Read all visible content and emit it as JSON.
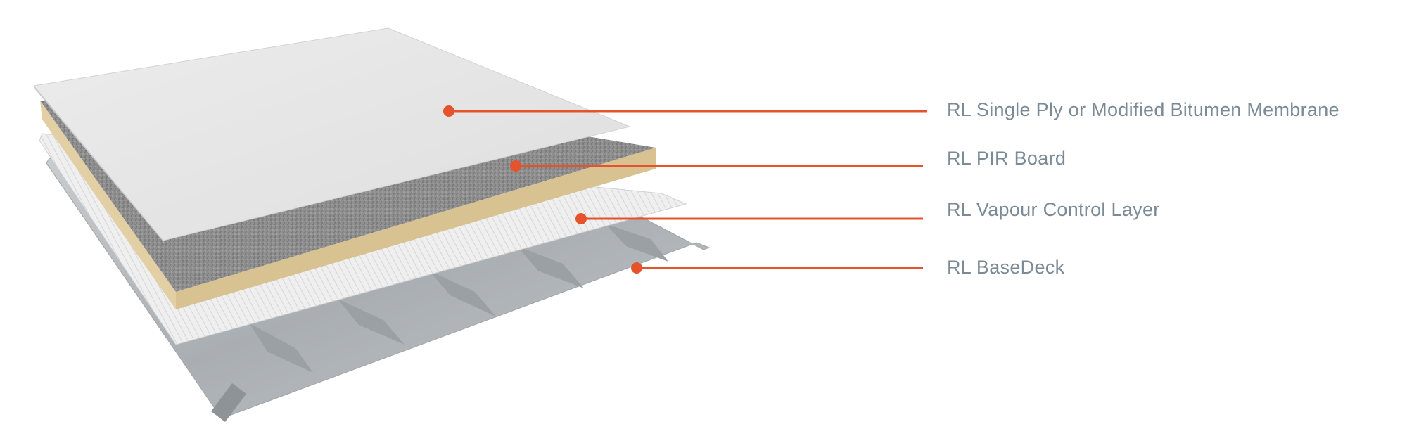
{
  "diagram": {
    "colors": {
      "leader": "#e4532b",
      "label": "#7a8a96",
      "membrane": "#e8e8e8",
      "pir_core": "#e2cfa4",
      "pir_facing": "#8e8e8e",
      "vapour_layer": "#f1f1f1",
      "deck": "#b7bcc0"
    },
    "layers": [
      {
        "id": "membrane",
        "label": "RL Single Ply or Modified Bitumen  Membrane"
      },
      {
        "id": "pir",
        "label": "RL PIR Board"
      },
      {
        "id": "vcl",
        "label": "RL Vapour Control Layer"
      },
      {
        "id": "deck",
        "label": "RL BaseDeck"
      }
    ]
  }
}
